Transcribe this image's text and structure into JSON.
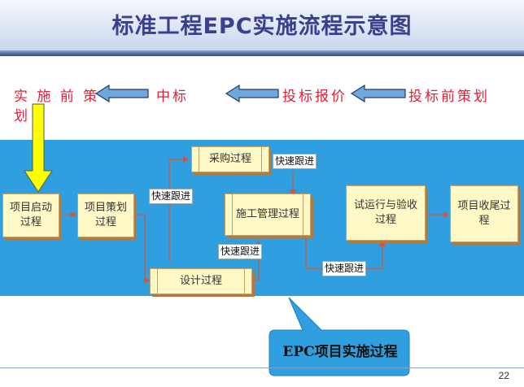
{
  "title": "标准工程EPC实施流程示意图",
  "phases": {
    "pre_planning": "实 施 前 策",
    "pre_planning_cont": "划",
    "award": "中标",
    "bid_quote": "投标报价",
    "pre_bid_planning": "投标前策划"
  },
  "processes": {
    "project_start_line1": "项目启动",
    "project_start_line2": "过程",
    "project_planning_line1": "项目策划",
    "project_planning_line2": "过程",
    "procurement": "采购过程",
    "construction_mgmt": "施工管理过程",
    "design": "设计过程",
    "trial_run_line1": "试运行与验收",
    "trial_run_line2": "过程",
    "closeout_line1": "项目收尾过",
    "closeout_line2": "程"
  },
  "tags": {
    "fast_track_1": "快速跟进",
    "fast_track_2": "快速跟进",
    "fast_track_3": "快速跟进",
    "fast_track_4": "快速跟进"
  },
  "callout": "EPC项目实施过程",
  "page_number": "22",
  "colors": {
    "title": "#3a3f8f",
    "phase_text": "#e0203a",
    "band": "#2f9fe0",
    "process_fill": "#fff9c8",
    "callout_fill": "#2f9fe0",
    "flow_arrow": "#e05030",
    "down_arrow": "#ffff00",
    "left_arrow": "#6fa8dc"
  }
}
